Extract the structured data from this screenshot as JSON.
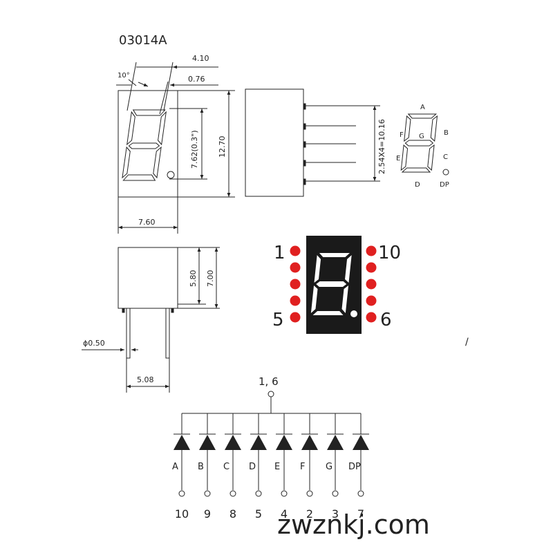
{
  "part_number": "03014A",
  "dimensions": {
    "d410": "4.10",
    "d076": "0.76",
    "angle": "10°",
    "d762": "7.62(0.3\")",
    "d1270": "12.70",
    "d760": "7.60",
    "d580": "5.80",
    "d700": "7.00",
    "d050": "ϕ0.50",
    "d508": "5.08",
    "pitch": "2.54X4=10.16"
  },
  "segment_labels": {
    "a": "A",
    "b": "B",
    "c": "C",
    "d": "D",
    "e": "E",
    "f": "F",
    "g": "G",
    "dp": "DP"
  },
  "pinout_numbers": {
    "top_left": "1",
    "bottom_left": "5",
    "top_right": "10",
    "bottom_right": "6"
  },
  "stray_mark": "/",
  "schematic": {
    "common_label": "1, 6",
    "diodes": [
      {
        "label": "A",
        "pin": "10"
      },
      {
        "label": "B",
        "pin": "9"
      },
      {
        "label": "C",
        "pin": "8"
      },
      {
        "label": "D",
        "pin": "5"
      },
      {
        "label": "E",
        "pin": "4"
      },
      {
        "label": "F",
        "pin": "2"
      },
      {
        "label": "G",
        "pin": "3"
      },
      {
        "label": "DP",
        "pin": "7"
      }
    ]
  },
  "watermark": "zwznkj.com",
  "colors": {
    "ink": "#222222",
    "pin_red": "#e02020",
    "display_bg": "#1a1a1a"
  }
}
